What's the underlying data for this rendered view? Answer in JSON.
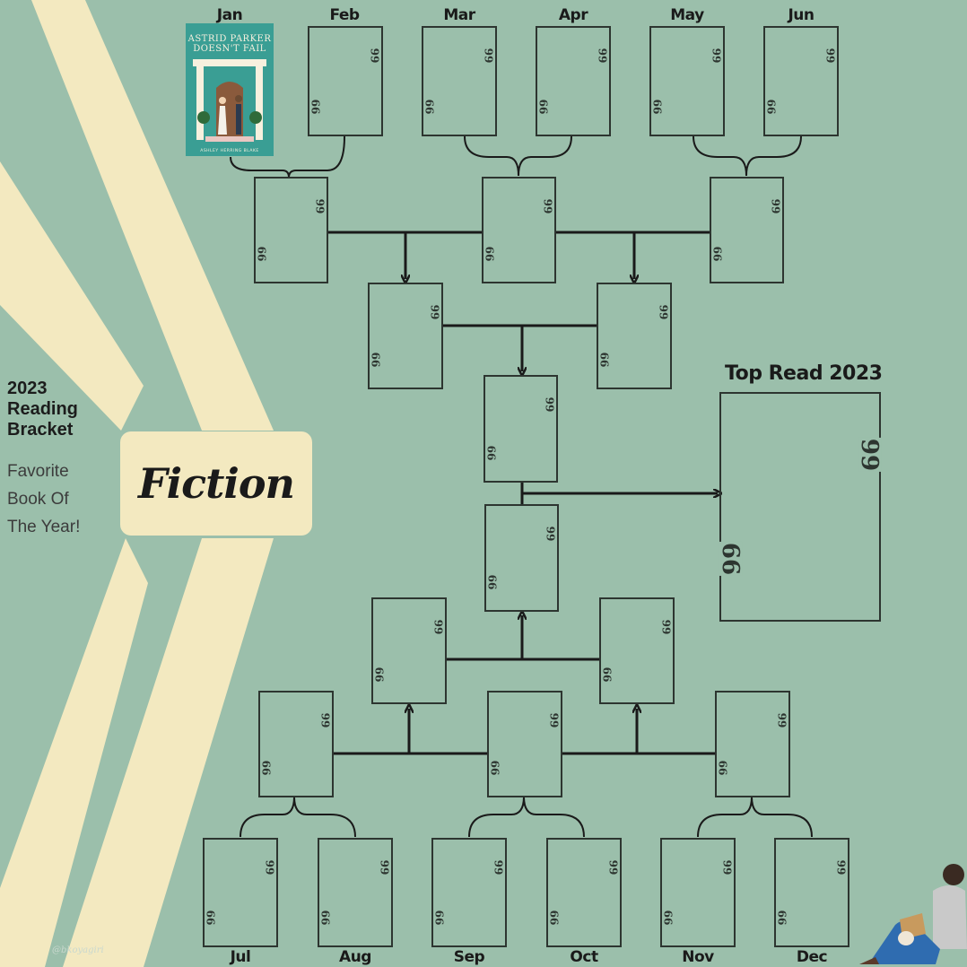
{
  "months": {
    "top": [
      "Jan",
      "Feb",
      "Mar",
      "Apr",
      "May",
      "Jun"
    ],
    "bottom": [
      "Jul",
      "Aug",
      "Sep",
      "Oct",
      "Nov",
      "Dec"
    ]
  },
  "header": {
    "title": "2023 Reading Bracket",
    "subtitle": "Favorite Book Of The Year!"
  },
  "category": "Fiction",
  "final": {
    "label": "Top Read 2023"
  },
  "book_cover": {
    "title": "ASTRID PARKER DOESN'T FAIL",
    "author": "ASHLEY HERRING BLAKE"
  },
  "quote_marks": {
    "open": "66",
    "close": "99"
  },
  "watermark": "@bkoyagiri",
  "colors": {
    "background": "#9bbfab",
    "stripe": "#f3e9c0",
    "line": "#1a1a1a",
    "book_cover": "#3a9e94"
  }
}
